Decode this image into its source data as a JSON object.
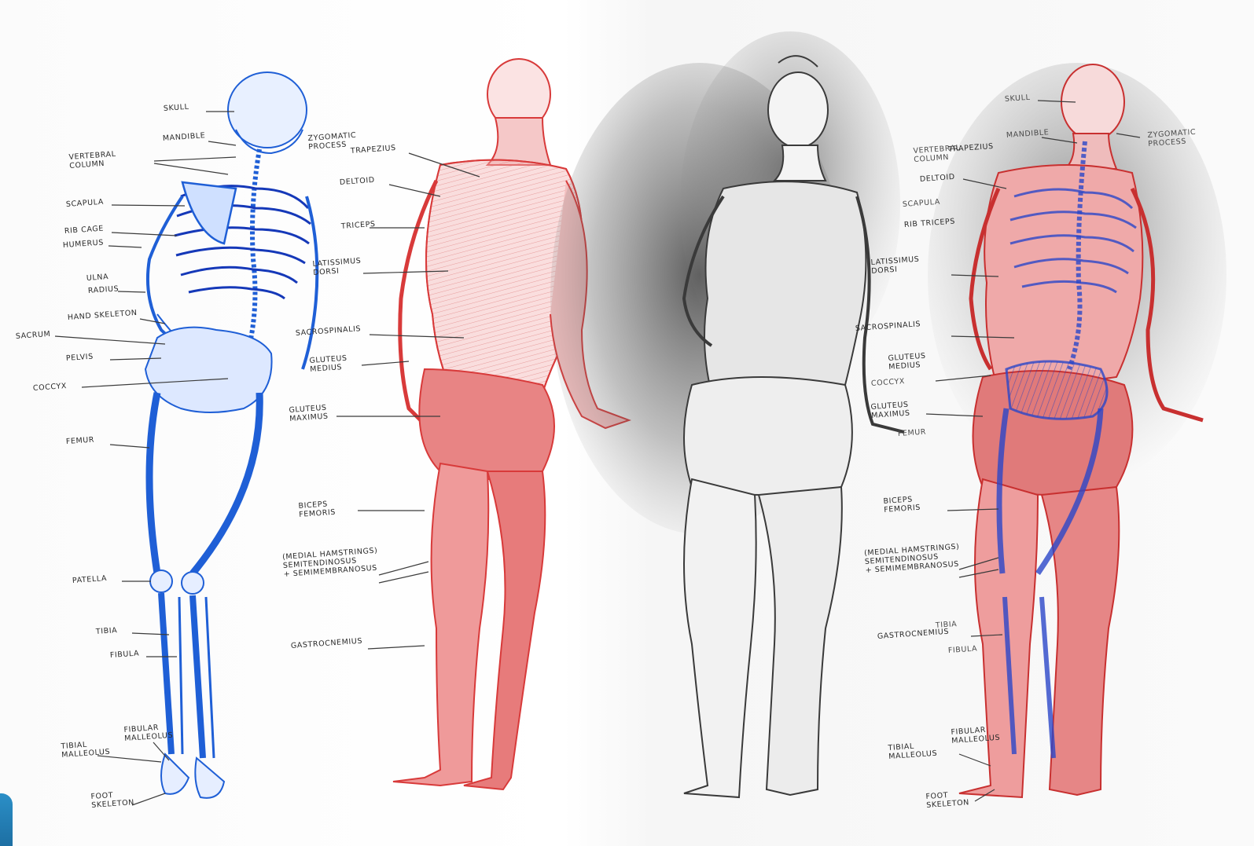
{
  "skeleton": {
    "skull": "SKULL",
    "mandible": "MANDIBLE",
    "zygomatic": "ZYGOMATIC\nPROCESS",
    "vertebral": "VERTEBRAL\nCOLUMN",
    "scapula": "SCAPULA",
    "ribcage": "RIB CAGE",
    "humerus": "HUMERUS",
    "ulna": "ULNA",
    "radius": "RADIUS",
    "hand": "HAND SKELETON",
    "sacrum": "SACRUM",
    "pelvis": "PELVIS",
    "coccyx": "COCCYX",
    "femur": "FEMUR",
    "patella": "PATELLA",
    "tibia": "TIBIA",
    "fibula": "FIBULA",
    "fibular_malleolus": "FIBULAR\nMALLEOLUS",
    "tibial_malleolus": "TIBIAL\nMALLEOLUS",
    "foot": "FOOT\nSKELETON"
  },
  "muscles": {
    "trapezius": "TRAPEZIUS",
    "deltoid": "DELTOID",
    "triceps": "TRICEPS",
    "latissimus": "LATISSIMUS\nDORSI",
    "sacrospinalis": "SACROSPINALIS",
    "gluteus_medius": "GLUTEUS\nMEDIUS",
    "gluteus_maximus": "GLUTEUS\nMAXIMUS",
    "biceps_femoris": "BICEPS\nFEMORIS",
    "hamstrings": "(MEDIAL HAMSTRINGS)\nSEMITENDINOSUS\n+ SEMIMEMBRANOSUS",
    "gastrocnemius": "GASTROCNEMIUS"
  },
  "composite": {
    "skull": "SKULL",
    "mandible": "MANDIBLE",
    "zygomatic": "ZYGOMATIC\nPROCESS",
    "vertebral": "VERTEBRAL\nCOLUMN",
    "trapezius": "TRAPEZIUS",
    "deltoid": "DELTOID",
    "scapula": "SCAPULA",
    "ribs_triceps": "RIB TRICEPS",
    "latissimus": "LATISSIMUS\nDORSI",
    "sacrospinalis": "SACROSPINALIS",
    "gluteus_medius": "GLUTEUS\nMEDIUS",
    "coccyx": "COCCYX",
    "gluteus_maximus": "GLUTEUS\nMAXIMUS",
    "femur": "FEMUR",
    "biceps_femoris": "BICEPS\nFEMORIS",
    "hamstrings": "(MEDIAL HAMSTRINGS)\nSEMITENDINOSUS\n+ SEMIMEMBRANOSUS",
    "tibia": "TIBIA",
    "gastrocnemius": "GASTROCNEMIUS",
    "fibula": "FIBULA",
    "fibular_malleolus": "FIBULAR\nMALLEOLUS",
    "tibial_malleolus": "TIBIAL\nMALLEOLUS",
    "foot": "FOOT\nSKELETON"
  },
  "colors": {
    "skeleton_ink": "#1f5fd6",
    "muscle_ink": "#d83a3a",
    "graphite": "#3a3a3a",
    "label_ink": "#2a2a2a",
    "corner_tab": "#2b8fc7"
  }
}
